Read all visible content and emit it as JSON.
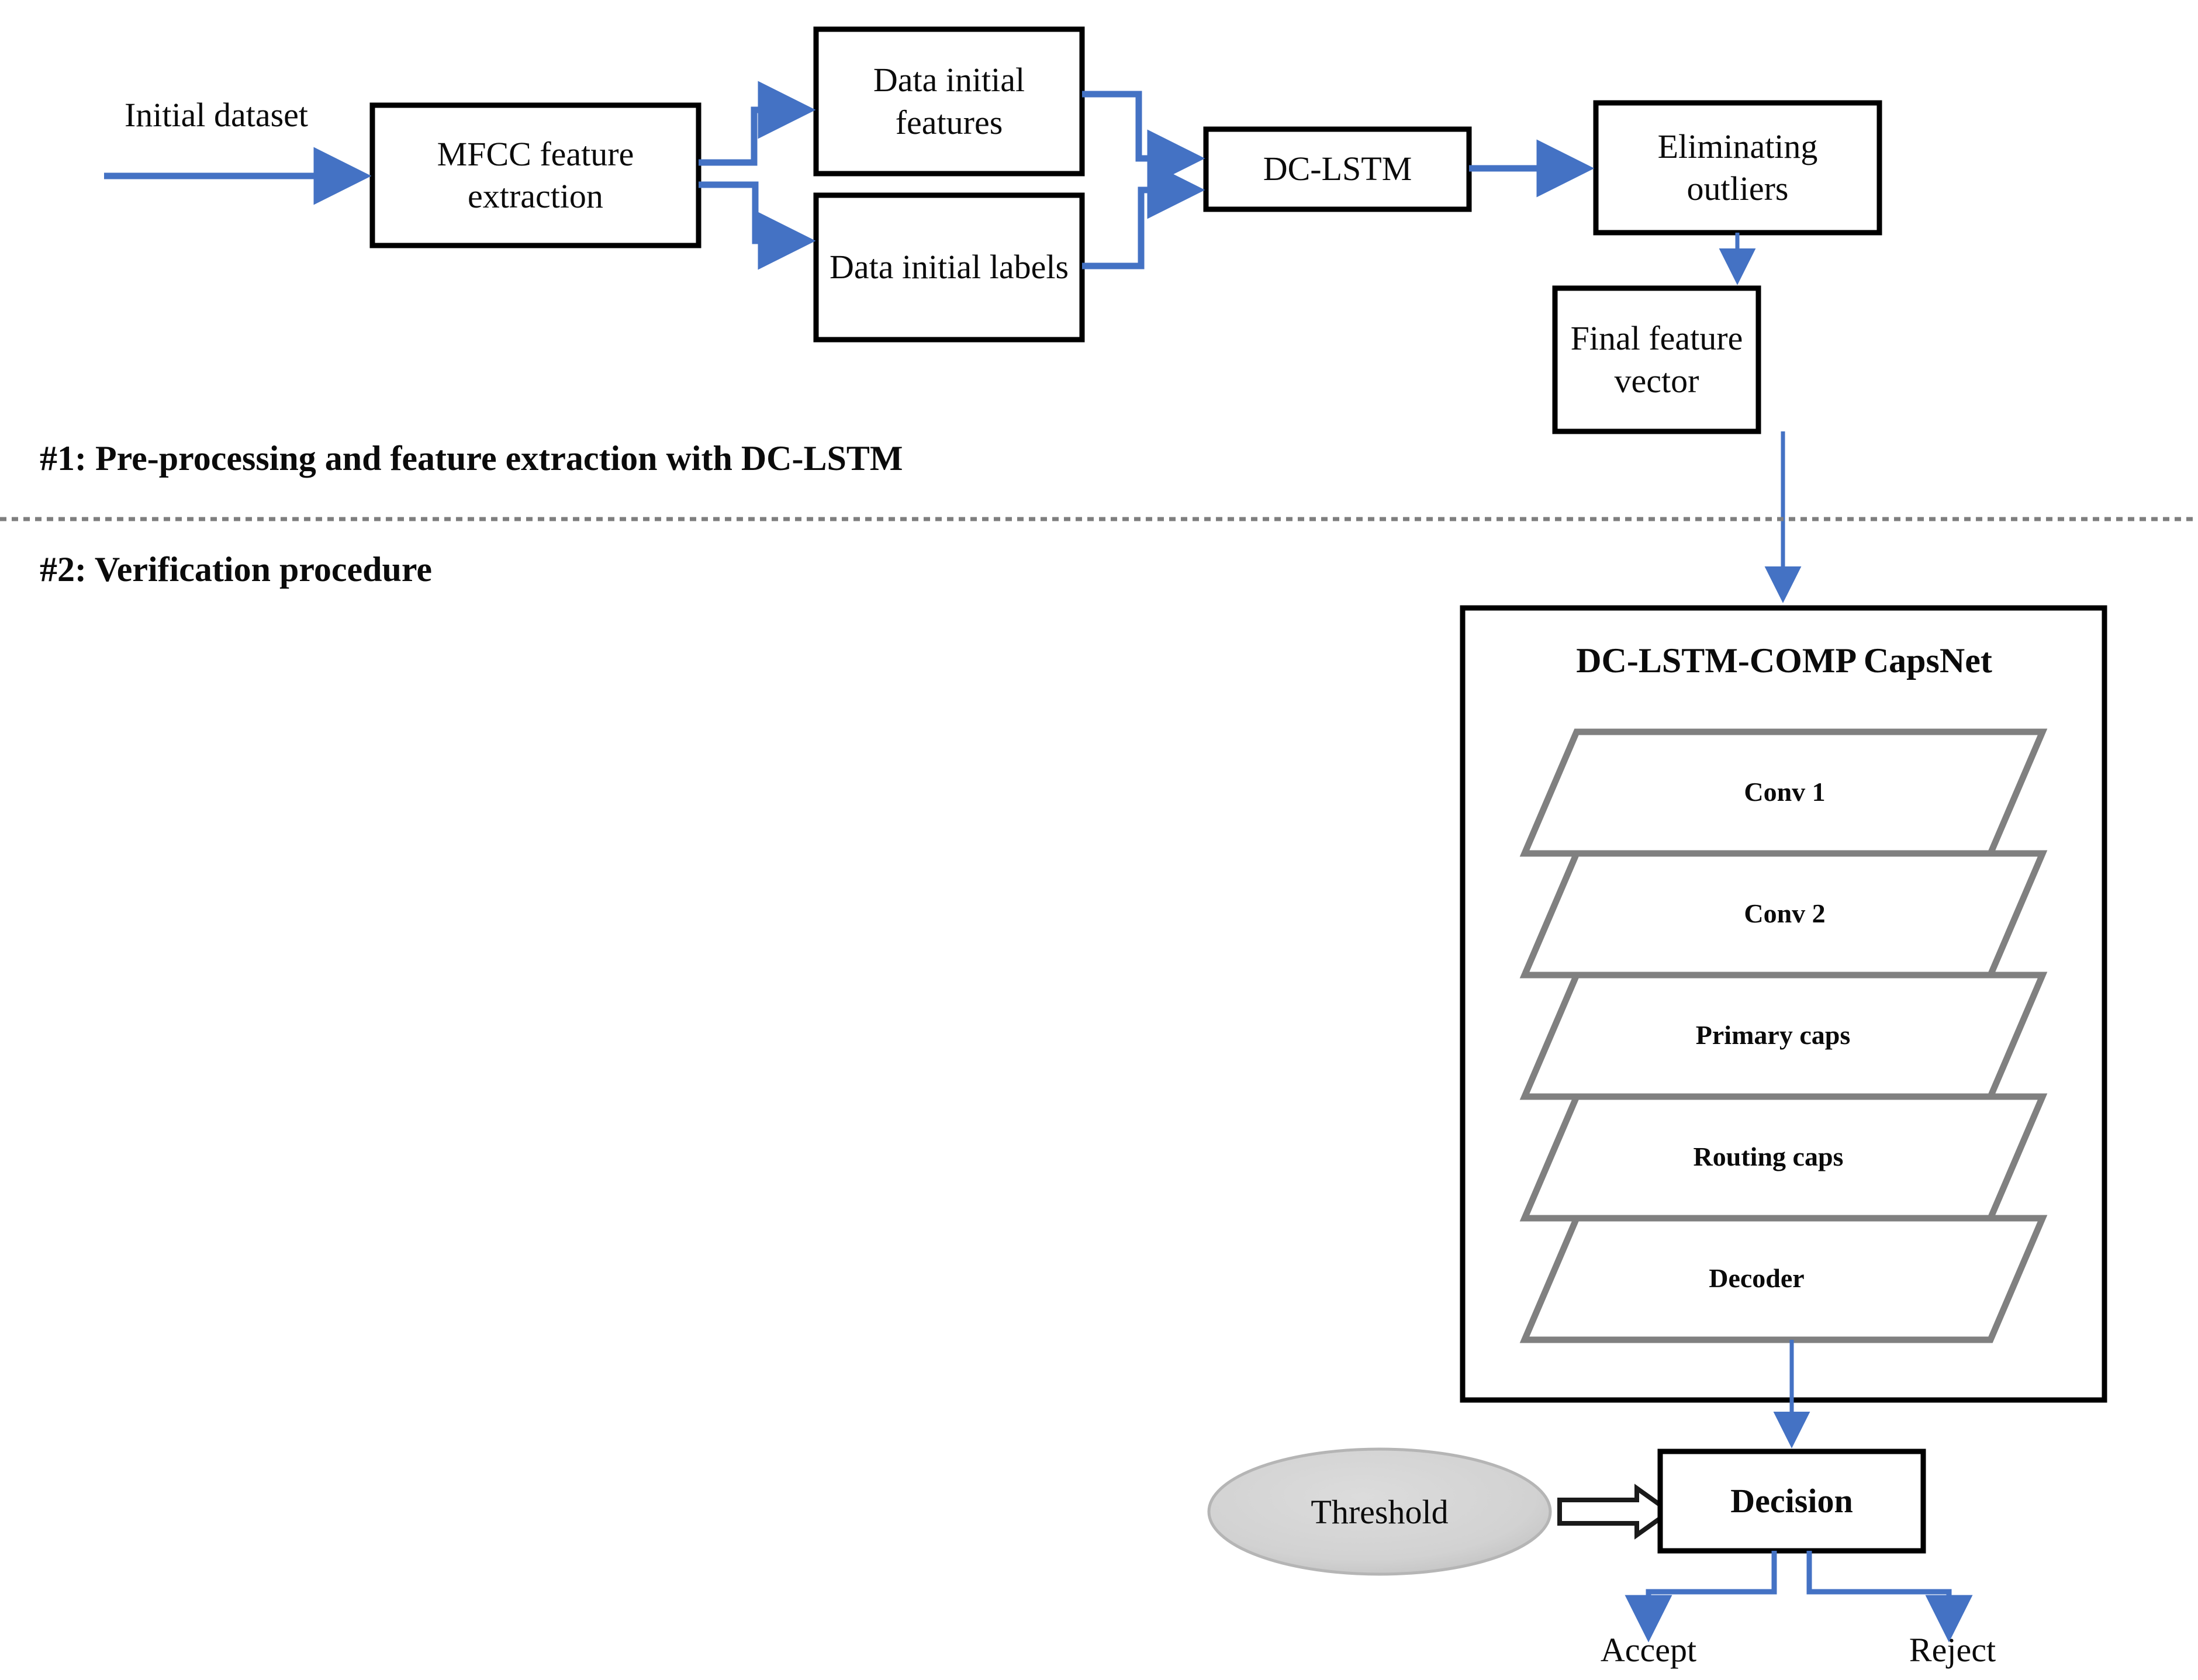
{
  "figure": {
    "type": "flowchart",
    "sections": [
      {
        "id": "s1",
        "label": "#1: Pre-processing and feature extraction with DC-LSTM"
      },
      {
        "id": "s2",
        "label": "#2: Verification procedure"
      }
    ],
    "free_labels": {
      "initial_dataset": "Initial dataset",
      "accept": "Accept",
      "reject": "Reject"
    },
    "boxes": {
      "mfcc": "MFCC feature extraction",
      "data_features": "Data initial features",
      "data_labels": "Data initial labels",
      "dc_lstm": "DC-LSTM",
      "eliminating": "Eliminating outliers",
      "final_vector": "Final feature vector",
      "decision": "Decision"
    },
    "ellipse": {
      "threshold": "Threshold"
    },
    "capsnet": {
      "title": "DC-LSTM-COMP CapsNet",
      "layers": [
        {
          "name": "Conv 1"
        },
        {
          "name": "Conv 2"
        },
        {
          "name": "Primary caps"
        },
        {
          "name": "Routing caps"
        },
        {
          "name": "Decoder"
        }
      ]
    },
    "colors": {
      "arrow_blue": "#4472c4",
      "box_border": "#000000",
      "layer_border": "#808080",
      "ellipse_fill": "#d0d0d0",
      "divider": "#808080",
      "text": "#0b0b0b"
    }
  }
}
